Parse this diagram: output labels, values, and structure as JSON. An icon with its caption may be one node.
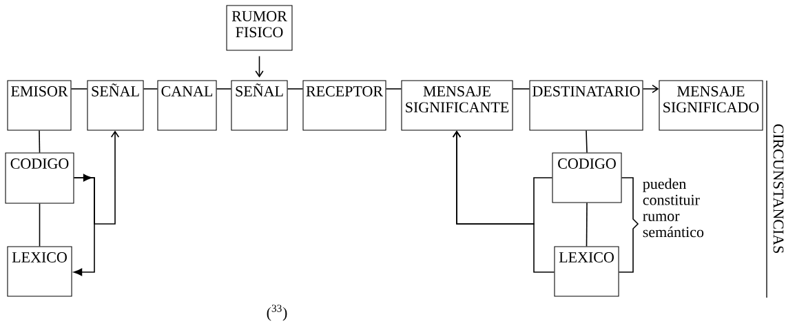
{
  "diagram": {
    "nodes": [
      {
        "text": [
          "RUMOR FISICO"
        ]
      },
      {
        "text": [
          "EMISOR"
        ]
      },
      {
        "text": [
          "SEÑAL"
        ]
      },
      {
        "text": [
          "CANAL"
        ]
      },
      {
        "text": [
          "SEÑAL"
        ]
      },
      {
        "text": [
          "RECEPTOR"
        ]
      },
      {
        "text": [
          "MENSAJE SIGNIFICANTE"
        ]
      },
      {
        "text": [
          "DESTINATARIO"
        ]
      },
      {
        "text": [
          "MENSAJE SIGNIFICADO"
        ]
      },
      {
        "text": [
          "CODIGO"
        ]
      },
      {
        "text": [
          "LEXICO"
        ]
      },
      {
        "text": [
          "CODIGO"
        ]
      },
      {
        "text": [
          "LEXICO"
        ]
      }
    ],
    "edges": [
      {
        "from": 0,
        "to": 4,
        "arrow": "to"
      },
      {
        "from": 1,
        "to": 2,
        "arrow": "none"
      },
      {
        "from": 2,
        "to": 3,
        "arrow": "none"
      },
      {
        "from": 3,
        "to": 4,
        "arrow": "none"
      },
      {
        "from": 4,
        "to": 5,
        "arrow": "none"
      },
      {
        "from": 5,
        "to": 6,
        "arrow": "none"
      },
      {
        "from": 6,
        "to": 7,
        "arrow": "none"
      },
      {
        "from": 7,
        "to": 8,
        "arrow": "to"
      },
      {
        "from": 1,
        "to": 9,
        "arrow": "none"
      },
      {
        "from": 9,
        "to": 10,
        "arrow": "none"
      },
      {
        "from": 9,
        "to": 2,
        "arrow": "to"
      },
      {
        "from": 9,
        "to": 10,
        "arrow": "to"
      },
      {
        "from": 7,
        "to": 11,
        "arrow": "none"
      },
      {
        "from": 11,
        "to": 12,
        "arrow": "none"
      },
      {
        "from": 11,
        "to": 6,
        "arrow": "to"
      },
      {
        "from": 12,
        "to": 6,
        "arrow": "to"
      }
    ],
    "labels": [
      "pueden constituir rumor semántico",
      "CIRCUNSTANCIAS",
      "($^{33}$)"
    ]
  }
}
